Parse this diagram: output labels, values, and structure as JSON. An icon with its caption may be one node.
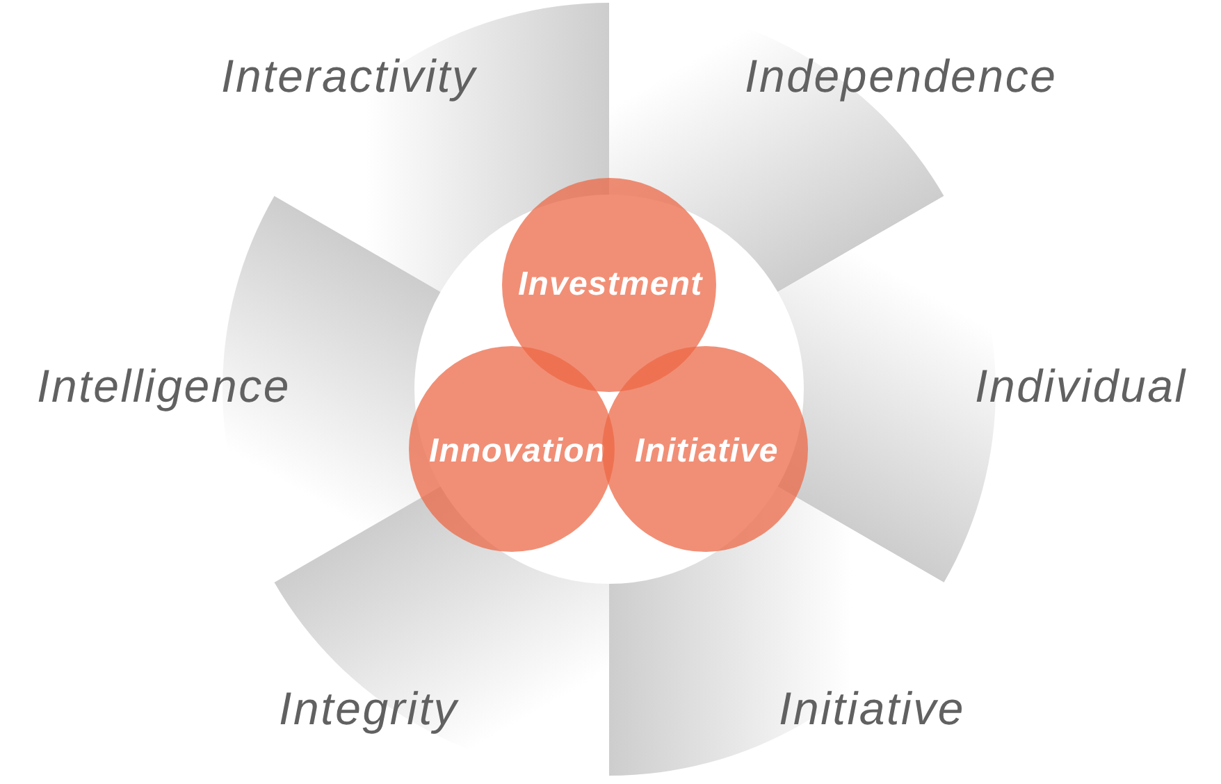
{
  "diagram": {
    "nodes": [
      {
        "text": [
          "Interactivity"
        ]
      },
      {
        "text": [
          "Independence"
        ]
      },
      {
        "text": [
          "Intelligence"
        ]
      },
      {
        "text": [
          "Individual"
        ]
      },
      {
        "text": [
          "Integrity"
        ]
      },
      {
        "text": [
          "Initiative"
        ]
      },
      {
        "text": [
          "Investment"
        ]
      },
      {
        "text": [
          "Innovation"
        ]
      },
      {
        "text": [
          "Initiative"
        ]
      }
    ]
  }
}
